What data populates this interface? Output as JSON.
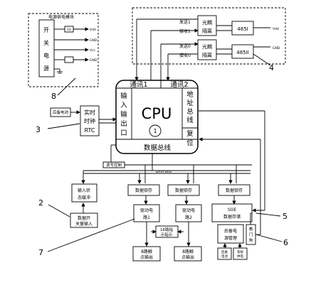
{
  "power": {
    "title": "电源供电模块",
    "side_chars": [
      "开",
      "关",
      "电",
      "源"
    ],
    "outputs": [
      {
        "label": "5V",
        "net": "Vdd"
      },
      {
        "label": "",
        "net": "GND"
      },
      {
        "label": "",
        "net": "Vcc"
      },
      {
        "label": "",
        "net": "GND"
      }
    ]
  },
  "comm": {
    "send1": "发送1",
    "recv1": "接收1",
    "send0": "发送0",
    "recv0": "接收0",
    "iso": [
      "光耦",
      "隔离"
    ],
    "rs485_1": "485I",
    "rs485_2": "485II",
    "net1": "Vdd",
    "net2": "GND"
  },
  "cpu": {
    "title": "CPU",
    "circle": "1",
    "comm1": "通讯1",
    "comm2": "通讯2",
    "io": [
      "输",
      "入",
      "输",
      "出",
      "口"
    ],
    "addr": [
      "地",
      "址",
      "总",
      "线"
    ],
    "reset": [
      "复",
      "位"
    ],
    "data_bus": "数据总线"
  },
  "rtc": {
    "battery": "后备电池",
    "lines": [
      "实时",
      "时钟",
      "RTC"
    ]
  },
  "bus": {
    "ctrl": "读写控制",
    "data": "DATA BUS"
  },
  "blocks": {
    "input_buf": [
      "输入状",
      "态缓冲"
    ],
    "input_sw": [
      "数据开",
      "关量输入"
    ],
    "latch": "数据锁存",
    "drive1": [
      "驱动电",
      "路1"
    ],
    "drive2": [
      "驱动电",
      "路2"
    ],
    "indicator": [
      "16路指",
      "示指示"
    ],
    "out1": [
      "8路触",
      "点输出"
    ],
    "out2": [
      "8路触",
      "点输出"
    ],
    "soe": [
      "SOE",
      "数据存储"
    ],
    "batt_mgmt": [
      "后备电",
      "源管理"
    ],
    "watchdog": [
      "看",
      "门",
      "狗"
    ],
    "batt": [
      "后备",
      "电池"
    ],
    "ext_power": [
      "系统",
      "供电"
    ]
  },
  "refs": [
    "8",
    "4",
    "3",
    "2",
    "5",
    "7",
    "6"
  ]
}
